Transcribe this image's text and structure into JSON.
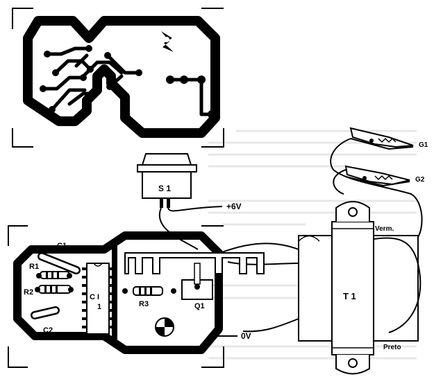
{
  "labels": {
    "g1": "G1",
    "g2": "G2",
    "s1": "S 1",
    "plus6v": "+6V",
    "verm": "Verm.",
    "t1": "T 1",
    "preto": "Preto",
    "c1": "C1",
    "r1": "R1",
    "r2": "R2",
    "ci1_line1": "C I",
    "ci1_line2": "1",
    "r3": "R3",
    "q1": "Q1",
    "c2": "C2",
    "zerov": "0V"
  },
  "colors": {
    "ink": "#000000",
    "paper": "#ffffff",
    "bleed_text": "#bbbbbb"
  }
}
